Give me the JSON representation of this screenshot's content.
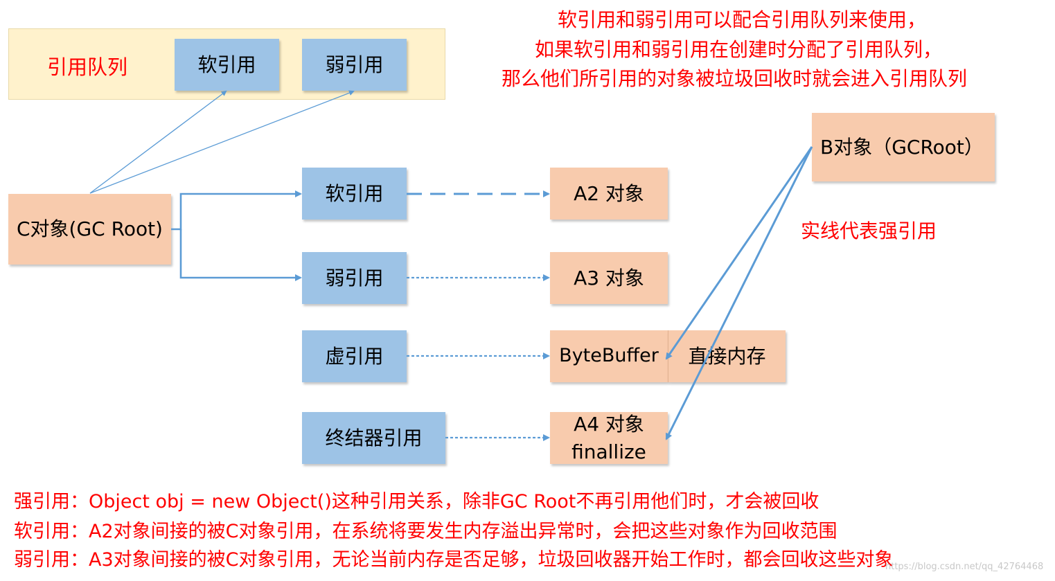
{
  "queue": {
    "label": "引用队列",
    "soft_ref": "软引用",
    "weak_ref": "弱引用"
  },
  "top_note": {
    "line1": "软引用和弱引用可以配合引用队列来使用，",
    "line2": "如果软引用和弱引用在创建时分配了引用队列，",
    "line3": "那么他们所引用的对象被垃圾回收时就会进入引用队列"
  },
  "c_object": "C对象(GC Root)",
  "b_object": "B对象（GCRoot）",
  "strong_note": "实线代表强引用",
  "refs": {
    "soft": "软引用",
    "weak": "弱引用",
    "phantom": "虚引用",
    "final": "终结器引用"
  },
  "targets": {
    "a2": "A2 对象",
    "a3": "A3 对象",
    "bytebuffer": "ByteBuffer",
    "direct_memory": "直接内存",
    "a4_line1": "A4 对象",
    "a4_line2": "finallize"
  },
  "notes": {
    "strong": "强引用：Object obj = new Object()这种引用关系，除非GC Root不再引用他们时，才会被回收",
    "soft": "软引用：A2对象间接的被C对象引用，在系统将要发生内存溢出异常时，会把这些对象作为回收范围",
    "weak": "弱引用：A3对象间接的被C对象引用，无论当前内存是否足够，垃圾回收器开始工作时，都会回收这些对象"
  },
  "watermark": "https://blog.csdn.net/qq_42764468",
  "colors": {
    "blue_box": "#9dc3e6",
    "peach_box": "#f8cbad",
    "queue_bg": "#fff2cc",
    "arrow": "#5b9bd5",
    "red_text": "#ff0000"
  }
}
